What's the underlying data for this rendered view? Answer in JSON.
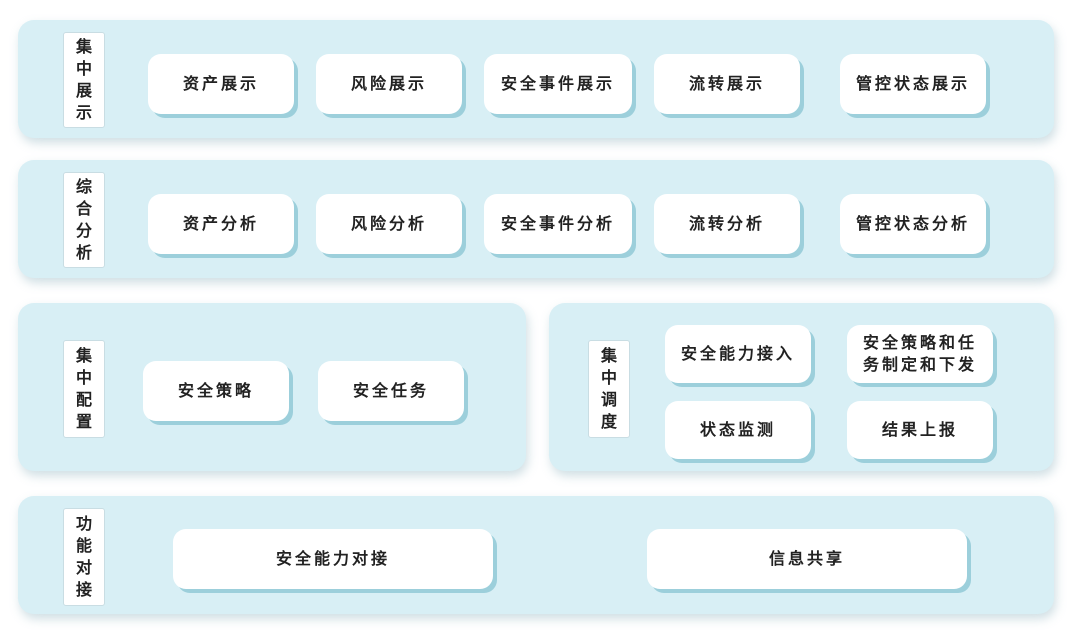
{
  "layers": {
    "display": {
      "label": "集中展示",
      "items": [
        "资产展示",
        "风险展示",
        "安全事件展示",
        "流转展示",
        "管控状态展示"
      ]
    },
    "analysis": {
      "label": "综合分析",
      "items": [
        "资产分析",
        "风险分析",
        "安全事件分析",
        "流转分析",
        "管控状态分析"
      ]
    },
    "config": {
      "label": "集中配置",
      "items": [
        "安全策略",
        "安全任务"
      ]
    },
    "dispatch": {
      "label": "集中调度",
      "items": [
        "安全能力接入",
        "安全策略和任务制定和下发",
        "状态监测",
        "结果上报"
      ]
    },
    "connect": {
      "label": "功能对接",
      "items": [
        "安全能力对接",
        "信息共享"
      ]
    }
  },
  "colors": {
    "panel": "#d8eff5",
    "box": "#ffffff",
    "box_shadow": "#9ccfdb",
    "text": "#222222"
  }
}
